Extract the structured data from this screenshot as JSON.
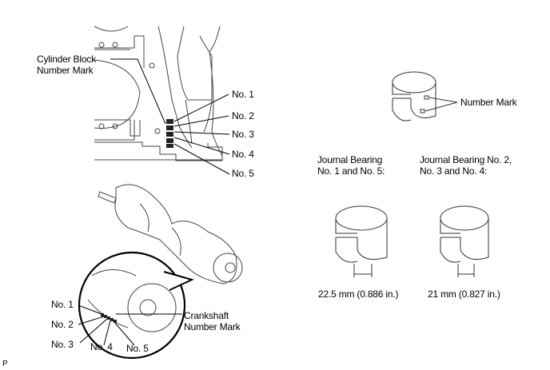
{
  "block": {
    "title_line1": "Cylinder Block",
    "title_line2": "Number Mark",
    "marks": [
      "No. 1",
      "No. 2",
      "No. 3",
      "No. 4",
      "No. 5"
    ]
  },
  "crankshaft": {
    "title_line1": "Crankshaft",
    "title_line2": "Number Mark",
    "marks": [
      "No. 1",
      "No. 2",
      "No. 3",
      "No. 4",
      "No. 5"
    ]
  },
  "bearing": {
    "number_mark": "Number Mark",
    "group1_line1": "Journal Bearing",
    "group1_line2": "No. 1 and No. 5:",
    "group2_line1": "Journal Bearing No. 2,",
    "group2_line2": "No. 3 and No. 4:",
    "width1": "22.5 mm (0.886 in.)",
    "width2": "21 mm (0.827 in.)"
  },
  "figure_code": "P"
}
